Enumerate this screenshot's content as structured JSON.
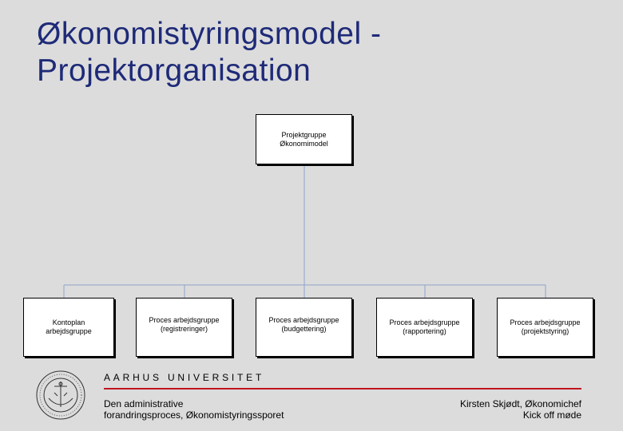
{
  "slide": {
    "title_line1": "Økonomistyringsmodel -",
    "title_line2": "Projektorganisation"
  },
  "org_chart": {
    "root": {
      "line1": "Projektgruppe",
      "line2": "Økonomimodel"
    },
    "children": [
      {
        "line1": "Kontoplan",
        "line2": "arbejdsgruppe"
      },
      {
        "line1": "Proces arbejdsgruppe",
        "line2": "(registreringer)"
      },
      {
        "line1": "Proces arbejdsgruppe",
        "line2": "(budgettering)"
      },
      {
        "line1": "Proces arbejdsgruppe",
        "line2": "(rapportering)"
      },
      {
        "line1": "Proces arbejdsgruppe",
        "line2": "(projektstyring)"
      }
    ],
    "connector_color": "#8ea3cc"
  },
  "footer": {
    "university": "AARHUS UNIVERSITET",
    "left_line1": "Den administrative",
    "left_line2": "forandringsproces, Økonomistyringssporet",
    "right_line1": "Kirsten Skjødt, Økonomichef",
    "right_line2": "Kick off møde",
    "accent_color": "#c0141e",
    "logo_icon": "university-seal-icon"
  }
}
